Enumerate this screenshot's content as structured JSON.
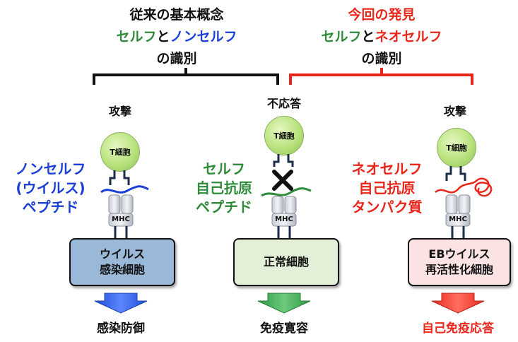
{
  "left_header": {
    "title": "従来の基本概念",
    "self": "セルフ",
    "and": "と",
    "nonself": "ノンセルフ",
    "identify": "の識別"
  },
  "right_header": {
    "title": "今回の発見",
    "self": "セルフ",
    "and": "と",
    "neoself": "ネオセルフ",
    "identify": "の識別"
  },
  "columns": [
    {
      "reaction": "攻撃",
      "cell_label": "T細胞",
      "peptide_lines": [
        "ノンセルフ",
        "(ウイルス)",
        "ペプチド"
      ],
      "mhc": "MHC",
      "box_lines": [
        "ウイルス",
        "感染細胞"
      ],
      "outcome": "感染防御"
    },
    {
      "reaction": "不応答",
      "cell_label": "T細胞",
      "peptide_lines": [
        "セルフ",
        "自己抗原",
        "ペプチド"
      ],
      "mhc": "MHC",
      "box_lines": [
        "正常細胞"
      ],
      "outcome": "免疫寛容"
    },
    {
      "reaction": "攻撃",
      "cell_label": "T細胞",
      "peptide_lines": [
        "ネオセルフ",
        "自己抗原",
        "タンパク質"
      ],
      "mhc": "MHC",
      "box_lines": [
        "EBウイルス",
        "再活性化細胞"
      ],
      "outcome": "自己免疫応答"
    }
  ],
  "colors": {
    "green": "#2e8b3a",
    "blue": "#1a3fd6",
    "red": "#e8261b",
    "box1": "#9ab9d8",
    "box2": "#e3f0d7",
    "box3": "#fbe3e4"
  }
}
